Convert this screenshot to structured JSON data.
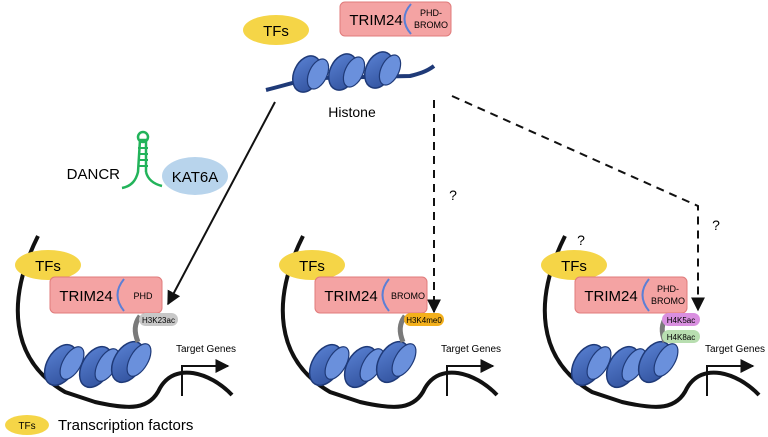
{
  "top": {
    "tfs": "TFs",
    "trim24": "TRIM24",
    "domain_line1": "PHD-",
    "domain_line2": "BROMO",
    "histone": "Histone"
  },
  "dancr": {
    "label": "DANCR",
    "kat6a": "KAT6A"
  },
  "arrows": {
    "middle_question": "?",
    "right_question": "?"
  },
  "panels": [
    {
      "tfs": "TFs",
      "trim24": "TRIM24",
      "domain_line1": "PHD",
      "domain_line2": "",
      "marks": [
        "H3K23ac"
      ],
      "target": "Target Genes"
    },
    {
      "tfs": "TFs",
      "trim24": "TRIM24",
      "domain_line1": "BROMO",
      "domain_line2": "",
      "marks": [
        "H3K4me0"
      ],
      "target": "Target Genes"
    },
    {
      "tfs": "TFs",
      "trim24": "TRIM24",
      "domain_line1": "PHD-",
      "domain_line2": "BROMO",
      "marks": [
        "H4K5ac",
        "H4K8ac"
      ],
      "target": "Target Genes",
      "question": "?"
    }
  ],
  "legend": {
    "key": "TFs",
    "text": "Transcription factors"
  },
  "colors": {
    "tf_fill": "#f5d547",
    "trim24_fill": "#f4a3a3",
    "trim24_divider": "#5b7fd6",
    "nucleosome": "#3c62b3",
    "dna": "#111111",
    "kat6a_fill": "#b8d4ec",
    "dancr_rna": "#22b35a",
    "h3k23ac": "#c8c8c8",
    "h3k4me0": "#f3b01c",
    "h4k5ac": "#d98fe0",
    "h4k8ac": "#b8deb0"
  }
}
